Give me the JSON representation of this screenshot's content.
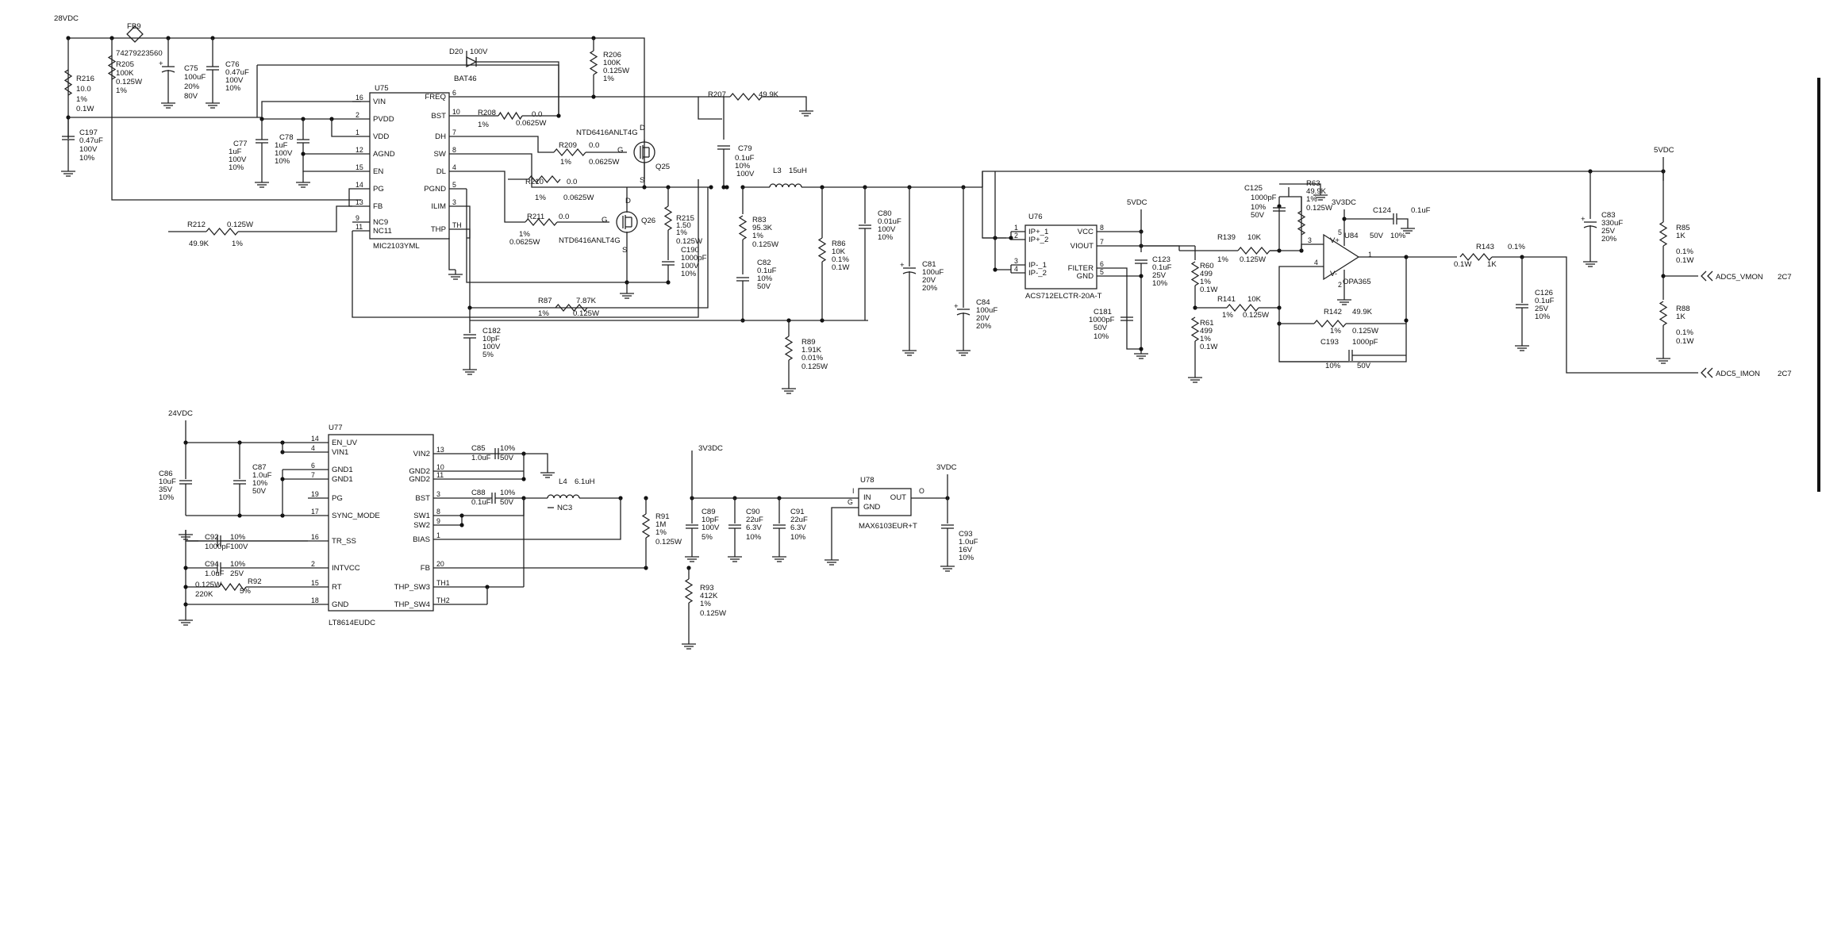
{
  "supplies": {
    "v28": "28VDC",
    "v24": "24VDC",
    "v5a": "5VDC",
    "v5b": "5VDC",
    "v3a": "3V3DC",
    "v3b": "3V3DC",
    "v3c": "3VDC"
  },
  "nets": {
    "vmon": "ADC5_VMON",
    "imon": "ADC5_IMON",
    "vmon_ref": "2C7",
    "imon_ref": "2C7"
  },
  "resistors": {
    "R216": [
      "R216",
      "10.0",
      "1%",
      "0.1W"
    ],
    "R205": [
      "R205",
      "100K",
      "0.125W",
      "1%"
    ],
    "R206": [
      "R206",
      "100K",
      "0.125W",
      "1%"
    ],
    "R207": [
      "R207",
      "49.9K"
    ],
    "R208": [
      "R208",
      "0.0",
      "1%",
      "0.0625W"
    ],
    "R209": [
      "R209",
      "0.0",
      "1%",
      "0.0625W"
    ],
    "R210": [
      "R210",
      "0.0",
      "1%",
      "0.0625W"
    ],
    "R211": [
      "R211",
      "0.0",
      "1%",
      "0.0625W"
    ],
    "R212": [
      "R212",
      "0.125W",
      "49.9K",
      "1%"
    ],
    "R215": [
      "R215",
      "1.50",
      "1%",
      "0.125W"
    ],
    "R83": [
      "R83",
      "95.3K",
      "1%",
      "0.125W"
    ],
    "R86": [
      "R86",
      "10K",
      "0.1%",
      "0.1W"
    ],
    "R87": [
      "R87",
      "7.87K",
      "1%",
      "0.125W"
    ],
    "R89": [
      "R89",
      "1.91K",
      "0.01%",
      "0.125W"
    ],
    "R60": [
      "R60",
      "499",
      "1%",
      "0.1W"
    ],
    "R61": [
      "R61",
      "499",
      "1%",
      "0.1W"
    ],
    "R139": [
      "R139",
      "10K",
      "1%",
      "0.125W"
    ],
    "R141": [
      "R141",
      "10K",
      "1%",
      "0.125W"
    ],
    "R142": [
      "R142",
      "49.9K",
      "1%",
      "0.125W"
    ],
    "R63": [
      "R63",
      "49.9K",
      "1%",
      "0.125W"
    ],
    "R143": [
      "R143",
      "0.1W",
      "1K",
      "0.1%"
    ],
    "R85": [
      "R85",
      "1K",
      "0.1%",
      "0.1W"
    ],
    "R88": [
      "R88",
      "1K",
      "0.1%",
      "0.1W"
    ],
    "R91": [
      "R91",
      "1M",
      "1%",
      "0.125W"
    ],
    "R92": [
      "R92",
      "0.125W",
      "220K",
      "5%"
    ],
    "R93": [
      "R93",
      "412K",
      "1%",
      "0.125W"
    ]
  },
  "capacitors": {
    "C197": [
      "C197",
      "0.47uF",
      "100V",
      "10%"
    ],
    "C75": [
      "C75",
      "100uF",
      "20%",
      "80V"
    ],
    "C76": [
      "C76",
      "0.47uF",
      "100V",
      "10%"
    ],
    "C77": [
      "C77",
      "1uF",
      "100V",
      "10%"
    ],
    "C78": [
      "C78",
      "1uF",
      "100V",
      "10%"
    ],
    "C79": [
      "C79",
      "0.1uF",
      "10%",
      "100V"
    ],
    "C190": [
      "C190",
      "1000pF",
      "100V",
      "10%"
    ],
    "C82": [
      "C82",
      "0.1uF",
      "10%",
      "50V"
    ],
    "C80": [
      "C80",
      "0.01uF",
      "100V",
      "10%"
    ],
    "C81": [
      "C81",
      "100uF",
      "20V",
      "20%"
    ],
    "C84": [
      "C84",
      "100uF",
      "20V",
      "20%"
    ],
    "C182": [
      "C182",
      "10pF",
      "100V",
      "5%"
    ],
    "C123": [
      "C123",
      "0.1uF",
      "25V",
      "10%"
    ],
    "C181": [
      "C181",
      "1000pF",
      "50V",
      "10%"
    ],
    "C125": [
      "C125",
      "1000pF",
      "10%",
      "50V"
    ],
    "C124": [
      "C124",
      "0.1uF",
      "50V",
      "10%"
    ],
    "C193": [
      "C193",
      "1000pF",
      "10%",
      "50V"
    ],
    "C126": [
      "C126",
      "0.1uF",
      "25V",
      "10%"
    ],
    "C83": [
      "C83",
      "330uF",
      "25V",
      "20%"
    ],
    "C86": [
      "C86",
      "10uF",
      "35V",
      "10%"
    ],
    "C87": [
      "C87",
      "1.0uF",
      "10%",
      "50V"
    ],
    "C85": [
      "C85",
      "1.0uF",
      "10%",
      "50V"
    ],
    "C88": [
      "C88",
      "0.1uF",
      "10%",
      "50V"
    ],
    "C92": [
      "C92",
      "1000pF",
      "10%",
      "100V"
    ],
    "C94": [
      "C94",
      "1.0uF",
      "10%",
      "25V"
    ],
    "C89": [
      "C89",
      "10pF",
      "100V",
      "5%"
    ],
    "C90": [
      "C90",
      "22uF",
      "6.3V",
      "10%"
    ],
    "C91": [
      "C91",
      "22uF",
      "6.3V",
      "10%"
    ],
    "C93": [
      "C93",
      "1.0uF",
      "16V",
      "10%"
    ]
  },
  "inductors": {
    "FB9": [
      "FB9",
      "74279223560"
    ],
    "L3": [
      "L3",
      "15uH"
    ],
    "L4": [
      "L4",
      "6.1uH"
    ]
  },
  "diodes": {
    "D20": [
      "D20",
      "100V",
      "BAT46"
    ]
  },
  "fets": {
    "Q25": [
      "NTD6416ANLT4G",
      "Q25",
      "G",
      "D",
      "S"
    ],
    "Q26": [
      "NTD6416ANLT4G",
      "Q26",
      "G",
      "D",
      "S"
    ]
  },
  "u75": {
    "ref": "U75",
    "part": "MIC2103YML",
    "left": [
      [
        "16",
        "VIN"
      ],
      [
        "2",
        "PVDD"
      ],
      [
        "1",
        "VDD"
      ],
      [
        "12",
        "AGND"
      ],
      [
        "15",
        "EN"
      ],
      [
        "14",
        "PG"
      ],
      [
        "13",
        "FB"
      ],
      [
        "9",
        "NC9"
      ],
      [
        "11",
        "NC11"
      ]
    ],
    "right": [
      [
        "6",
        "FREQ"
      ],
      [
        "10",
        "BST"
      ],
      [
        "7",
        "DH"
      ],
      [
        "8",
        "SW"
      ],
      [
        "4",
        "DL"
      ],
      [
        "5",
        "PGND"
      ],
      [
        "3",
        "ILIM"
      ],
      [
        "TH",
        "THP"
      ]
    ]
  },
  "u76": {
    "ref": "U76",
    "part": "ACS712ELCTR-20A-T",
    "left": [
      [
        "1",
        "IP+_1"
      ],
      [
        "2",
        "IP+_2"
      ],
      [
        "3",
        "IP-_1"
      ],
      [
        "4",
        "IP-_2"
      ]
    ],
    "right": [
      [
        "8",
        "VCC"
      ],
      [
        "7",
        "VIOUT"
      ],
      [
        "6",
        "FILTER"
      ],
      [
        "5",
        "GND"
      ]
    ]
  },
  "u84": {
    "ref": "U84",
    "part": "OPA365",
    "vp": "V+",
    "vn": "V-",
    "p5": "5",
    "p2": "2",
    "p3": "3",
    "p4": "4",
    "p1": "1"
  },
  "u77": {
    "ref": "U77",
    "part": "LT8614EUDC",
    "left": [
      [
        "14",
        "EN_UV"
      ],
      [
        "4",
        "VIN1"
      ],
      [
        "6",
        "GND1"
      ],
      [
        "7",
        "GND1"
      ],
      [
        "19",
        "PG"
      ],
      [
        "17",
        "SYNC_MODE"
      ],
      [
        "16",
        "TR_SS"
      ],
      [
        "2",
        "INTVCC"
      ],
      [
        "15",
        "RT"
      ],
      [
        "18",
        "GND"
      ]
    ],
    "right": [
      [
        "13",
        "VIN2"
      ],
      [
        "10",
        "GND2"
      ],
      [
        "11",
        "GND2"
      ],
      [
        "3",
        "BST"
      ],
      [
        "8",
        "SW1"
      ],
      [
        "9",
        "SW2"
      ],
      [
        "1",
        "BIAS"
      ],
      [
        "20",
        "FB"
      ],
      [
        "TH1",
        "THP_SW3"
      ],
      [
        "TH2",
        "THP_SW4"
      ]
    ]
  },
  "u78": {
    "ref": "U78",
    "part": "MAX6103EUR+T",
    "in": "IN",
    "gnd": "GND",
    "out": "OUT",
    "p_in": "I",
    "p_g": "G",
    "p_o": "O"
  },
  "nc3": "NC3"
}
